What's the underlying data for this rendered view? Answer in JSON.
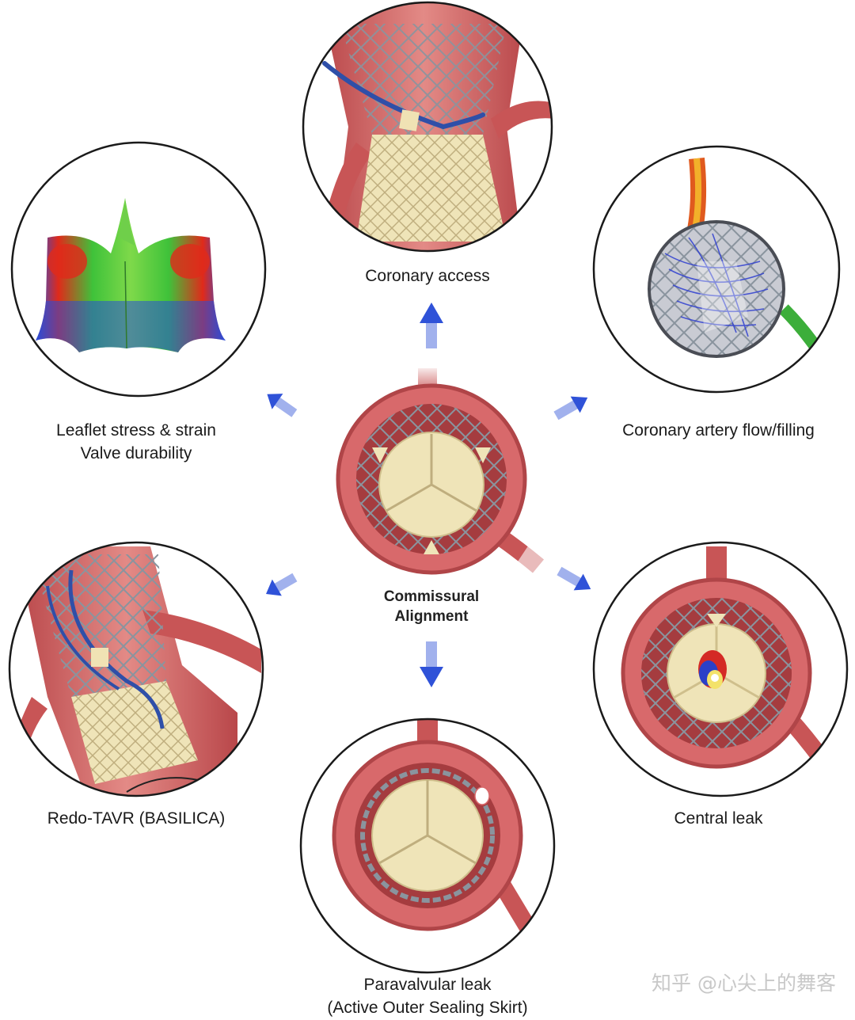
{
  "center": {
    "line1": "Commissural",
    "line2": "Alignment"
  },
  "panels": {
    "coronary_access": {
      "label": "Coronary access"
    },
    "coronary_flow": {
      "label": "Coronary artery flow/filling"
    },
    "leaflet_stress": {
      "line1": "Leaflet stress & strain",
      "line2": "Valve durability"
    },
    "redo_tavr": {
      "label": "Redo-TAVR (BASILICA)"
    },
    "central_leak": {
      "label": "Central leak"
    },
    "paravalvular_leak": {
      "line1": "Paravalvular leak",
      "line2": "(Active Outer Sealing Skirt)"
    }
  },
  "watermark": "知乎 @心尖上的舞客",
  "colors": {
    "arrow": "#2f52d8",
    "tissue": "#d8696b",
    "tissue_dark": "#a53c3f",
    "leaflet": "#efe4b8",
    "frame": "#7f8a95"
  }
}
